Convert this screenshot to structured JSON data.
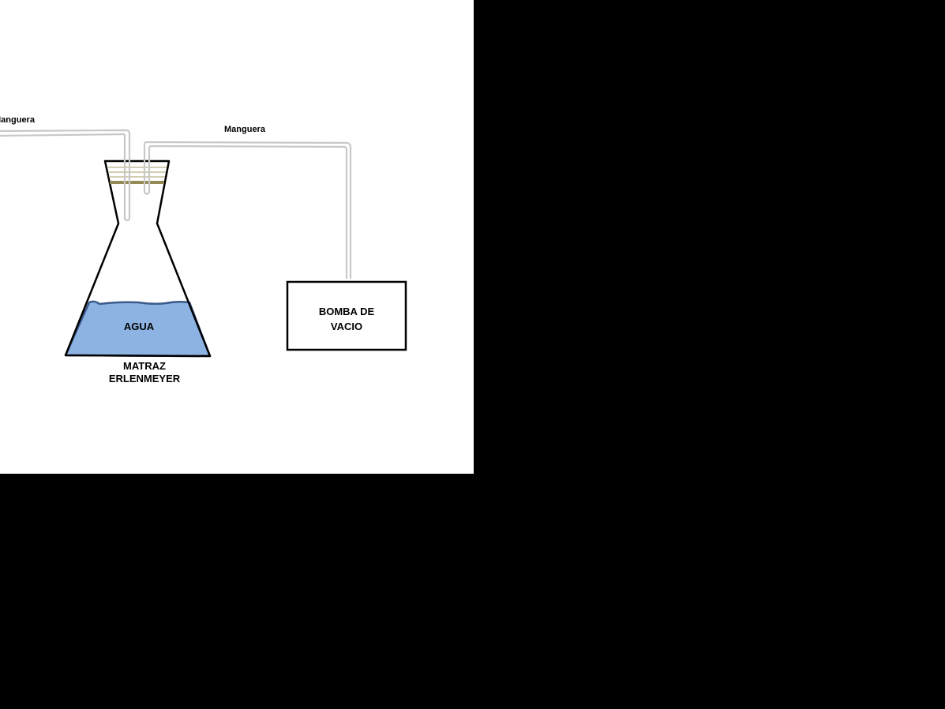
{
  "diagram": {
    "hose_left_label": "Manguera",
    "hose_right_label": "Manguera",
    "water_label": "AGUA",
    "flask_label_line1": "MATRAZ",
    "flask_label_line2": "ERLENMEYER",
    "pump_label_line1": "BOMBA DE",
    "pump_label_line2": "VACIO"
  },
  "colors": {
    "background": "#ffffff",
    "outside": "#000000",
    "water_fill": "#8db3e2",
    "water_outline": "#3a5a8c",
    "hose": "#c8c8c8",
    "stopper_band": "#948a54",
    "stopper_lines": "#c4bd97"
  }
}
